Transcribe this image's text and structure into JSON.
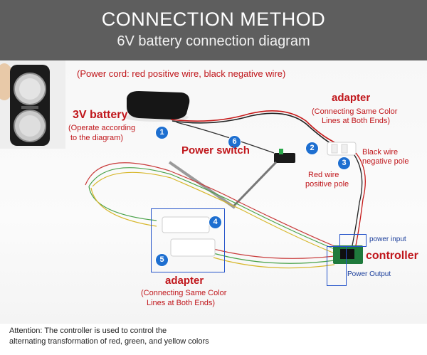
{
  "header": {
    "title": "CONNECTION METHOD",
    "subtitle": "6V battery connection diagram"
  },
  "power_cord_note": "(Power cord: red positive wire, black negative wire)",
  "battery": {
    "title": "3V battery",
    "note_line1": "(Operate according",
    "note_line2": "to the diagram)"
  },
  "power_switch": {
    "title": "Power switch"
  },
  "adapter_top": {
    "title": "adapter",
    "note_line1": "(Connecting Same Color",
    "note_line2": "Lines at Both Ends)"
  },
  "black_wire": {
    "line1": "Black wire",
    "line2": "negative pole"
  },
  "red_wire": {
    "line1": "Red wire",
    "line2": "positive pole"
  },
  "adapter_bottom": {
    "title": "adapter",
    "note_line1": "(Connecting Same Color",
    "note_line2": "Lines at Both Ends)"
  },
  "controller": {
    "title": "controller",
    "power_input": "power input",
    "power_output": "Power Output"
  },
  "markers": [
    "1",
    "2",
    "3",
    "4",
    "5",
    "6"
  ],
  "footer": {
    "line1": "Attention: The controller is used to control the",
    "line2": "alternating transformation of red, green, and yellow colors"
  },
  "colors": {
    "header_bg": "#5e5e5e",
    "accent_red": "#c0161b",
    "marker_blue": "#1e6fd0"
  }
}
